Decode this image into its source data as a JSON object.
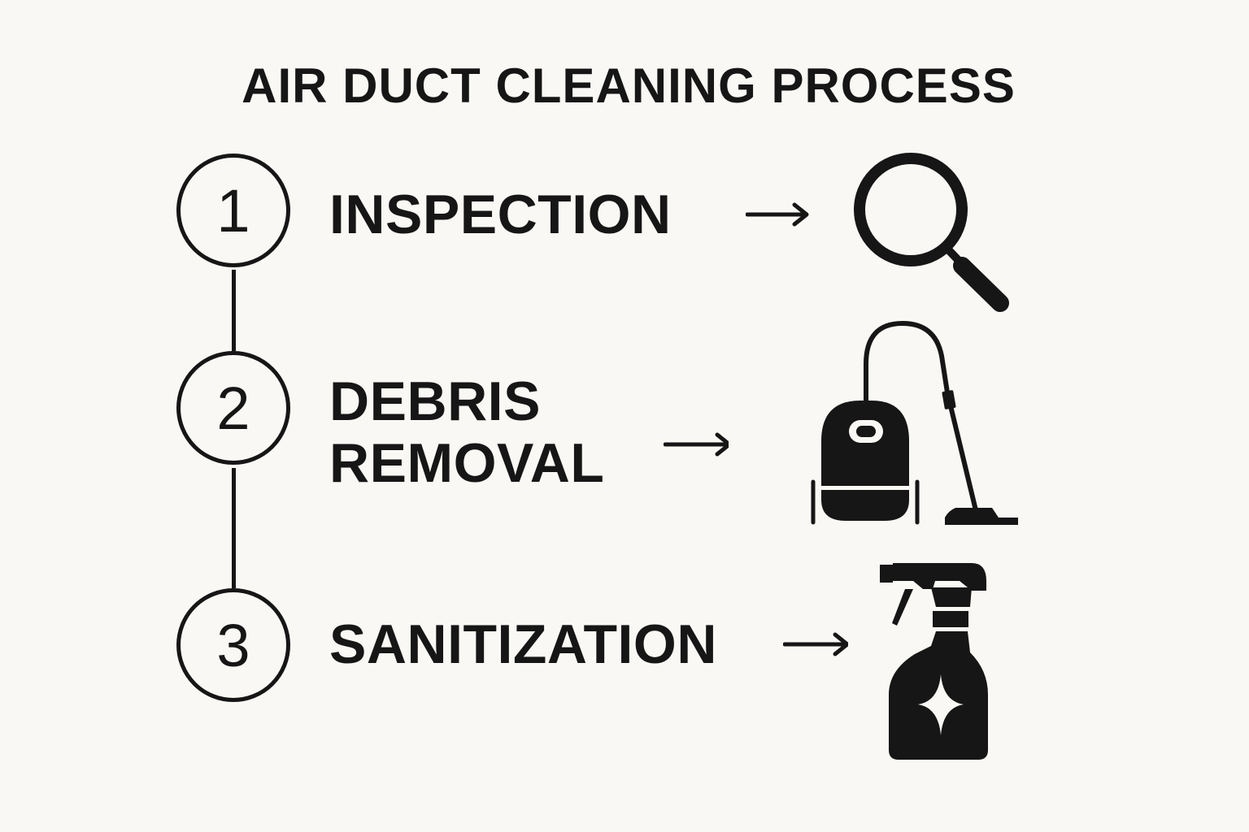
{
  "title": "AIR DUCT CLEANING PROCESS",
  "steps": [
    {
      "number": "1",
      "label": "INSPECTION",
      "icon": "magnifying-glass-icon"
    },
    {
      "number": "2",
      "label_line1": "DEBRIS",
      "label_line2": "REMOVAL",
      "icon": "vacuum-cleaner-icon"
    },
    {
      "number": "3",
      "label": "SANITIZATION",
      "icon": "spray-bottle-icon"
    }
  ],
  "colors": {
    "background": "#faf8f4",
    "ink": "#161616"
  }
}
